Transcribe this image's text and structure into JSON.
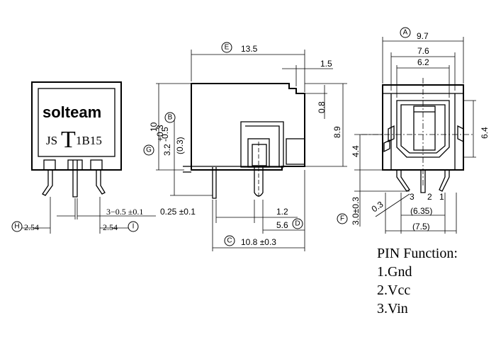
{
  "logo": {
    "brand": "solteam",
    "marking_left": "JS",
    "marking_big": "T",
    "marking_right": "1B15"
  },
  "labels": {
    "A": "A",
    "B": "B",
    "C": "C",
    "D": "D",
    "E": "E",
    "F": "F",
    "G": "G",
    "H": "H",
    "I": "I"
  },
  "dims": {
    "d_13_5": "13.5",
    "d_1_5": "1.5",
    "d_0_8": "0.8",
    "d_8_9": "8.9",
    "d_10": "10",
    "d_3_2": "3.2",
    "d_3_2_tol_up": "+0.3",
    "d_3_2_tol_dn": "-0.5",
    "d_0_3p": "(0.3)",
    "d_0_25": "0.25 ±0.1",
    "d_1_2": "1.2",
    "d_5_6": "5.6",
    "d_10_8": "10.8 ±0.3",
    "d_3_05": "3−0.5 ±0.1",
    "d_2_54a": "2.54",
    "d_2_54b": "2.54",
    "d_9_7": "9.7",
    "d_7_6": "7.6",
    "d_6_2": "6.2",
    "d_6_4": "6.4",
    "d_4_4": "4.4",
    "d_3_0": "3.0±0.3",
    "d_0_3": "0.3",
    "d_6_35": "(6.35)",
    "d_7_5": "(7.5)",
    "pin3": "3",
    "pin2": "2",
    "pin1": "1"
  },
  "pin_function": {
    "title": "PIN Function:",
    "items": [
      "1.Gnd",
      "2.Vcc",
      "3.Vin"
    ]
  }
}
